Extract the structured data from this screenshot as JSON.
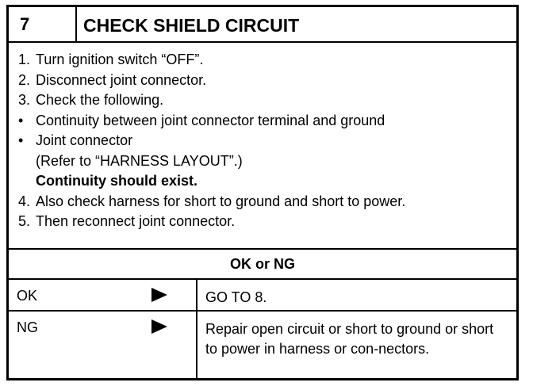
{
  "step": {
    "number": "7",
    "title": "CHECK SHIELD CIRCUIT"
  },
  "instructions": [
    {
      "marker": "1.",
      "text": "Turn ignition switch “OFF”."
    },
    {
      "marker": "2.",
      "text": "Disconnect joint connector."
    },
    {
      "marker": "3.",
      "text": "Check the following."
    },
    {
      "marker": "•",
      "text": "Continuity between joint connector terminal and ground"
    },
    {
      "marker": "•",
      "text": "Joint connector"
    },
    {
      "marker": "",
      "text": "(Refer to “HARNESS LAYOUT”.)"
    },
    {
      "marker": "",
      "text": "Continuity should exist."
    },
    {
      "marker": "4.",
      "text": "Also check harness for short to ground and short to power."
    },
    {
      "marker": "5.",
      "text": "Then reconnect joint connector."
    }
  ],
  "result_header": "OK or NG",
  "results": [
    {
      "label": "OK",
      "arrow_icon": "right-triangle",
      "action": "GO TO 8."
    },
    {
      "label": "NG",
      "arrow_icon": "right-triangle",
      "action": "Repair open circuit or short to ground or short to power in harness or con-nectors."
    }
  ]
}
